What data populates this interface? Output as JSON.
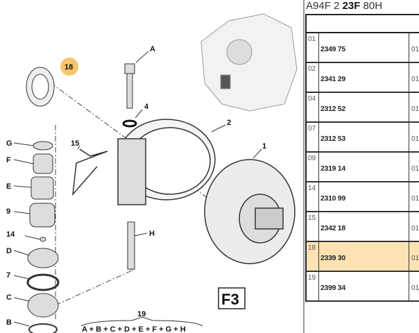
{
  "header": {
    "code_prefix": "A94F 2 ",
    "code_bold": "23F",
    "code_suffix": " 80H"
  },
  "rows": [
    {
      "index": "01",
      "ref": "2349 75",
      "qty": "01"
    },
    {
      "index": "02",
      "ref": "2341 29",
      "qty": "01"
    },
    {
      "index": "04",
      "ref": "2312 52",
      "qty": "01"
    },
    {
      "index": "07",
      "ref": "2312 53",
      "qty": "01"
    },
    {
      "index": "09",
      "ref": "2319 14",
      "qty": "01"
    },
    {
      "index": "14",
      "ref": "2310 99",
      "qty": "01"
    },
    {
      "index": "15",
      "ref": "2342 18",
      "qty": "01"
    },
    {
      "index": "18",
      "ref": "2339 30",
      "qty": "01",
      "selected": true
    },
    {
      "index": "19",
      "ref": "2399 34",
      "qty": "01"
    }
  ],
  "diagram": {
    "labels": {
      "n18": "18",
      "A": "A",
      "n4": "4",
      "n2": "2",
      "n1": "1",
      "n15": "15",
      "G": "G",
      "F": "F",
      "E": "E",
      "n9": "9",
      "n14": "14",
      "D": "D",
      "n7": "7",
      "C": "C",
      "B": "B",
      "H": "H",
      "n19": "19"
    },
    "kit_formula": "A + B + C + D + E + F + G + H",
    "figure_id": "F3"
  },
  "colors": {
    "highlight": "#fde3b3",
    "callout_circle": "#f6c46a"
  }
}
